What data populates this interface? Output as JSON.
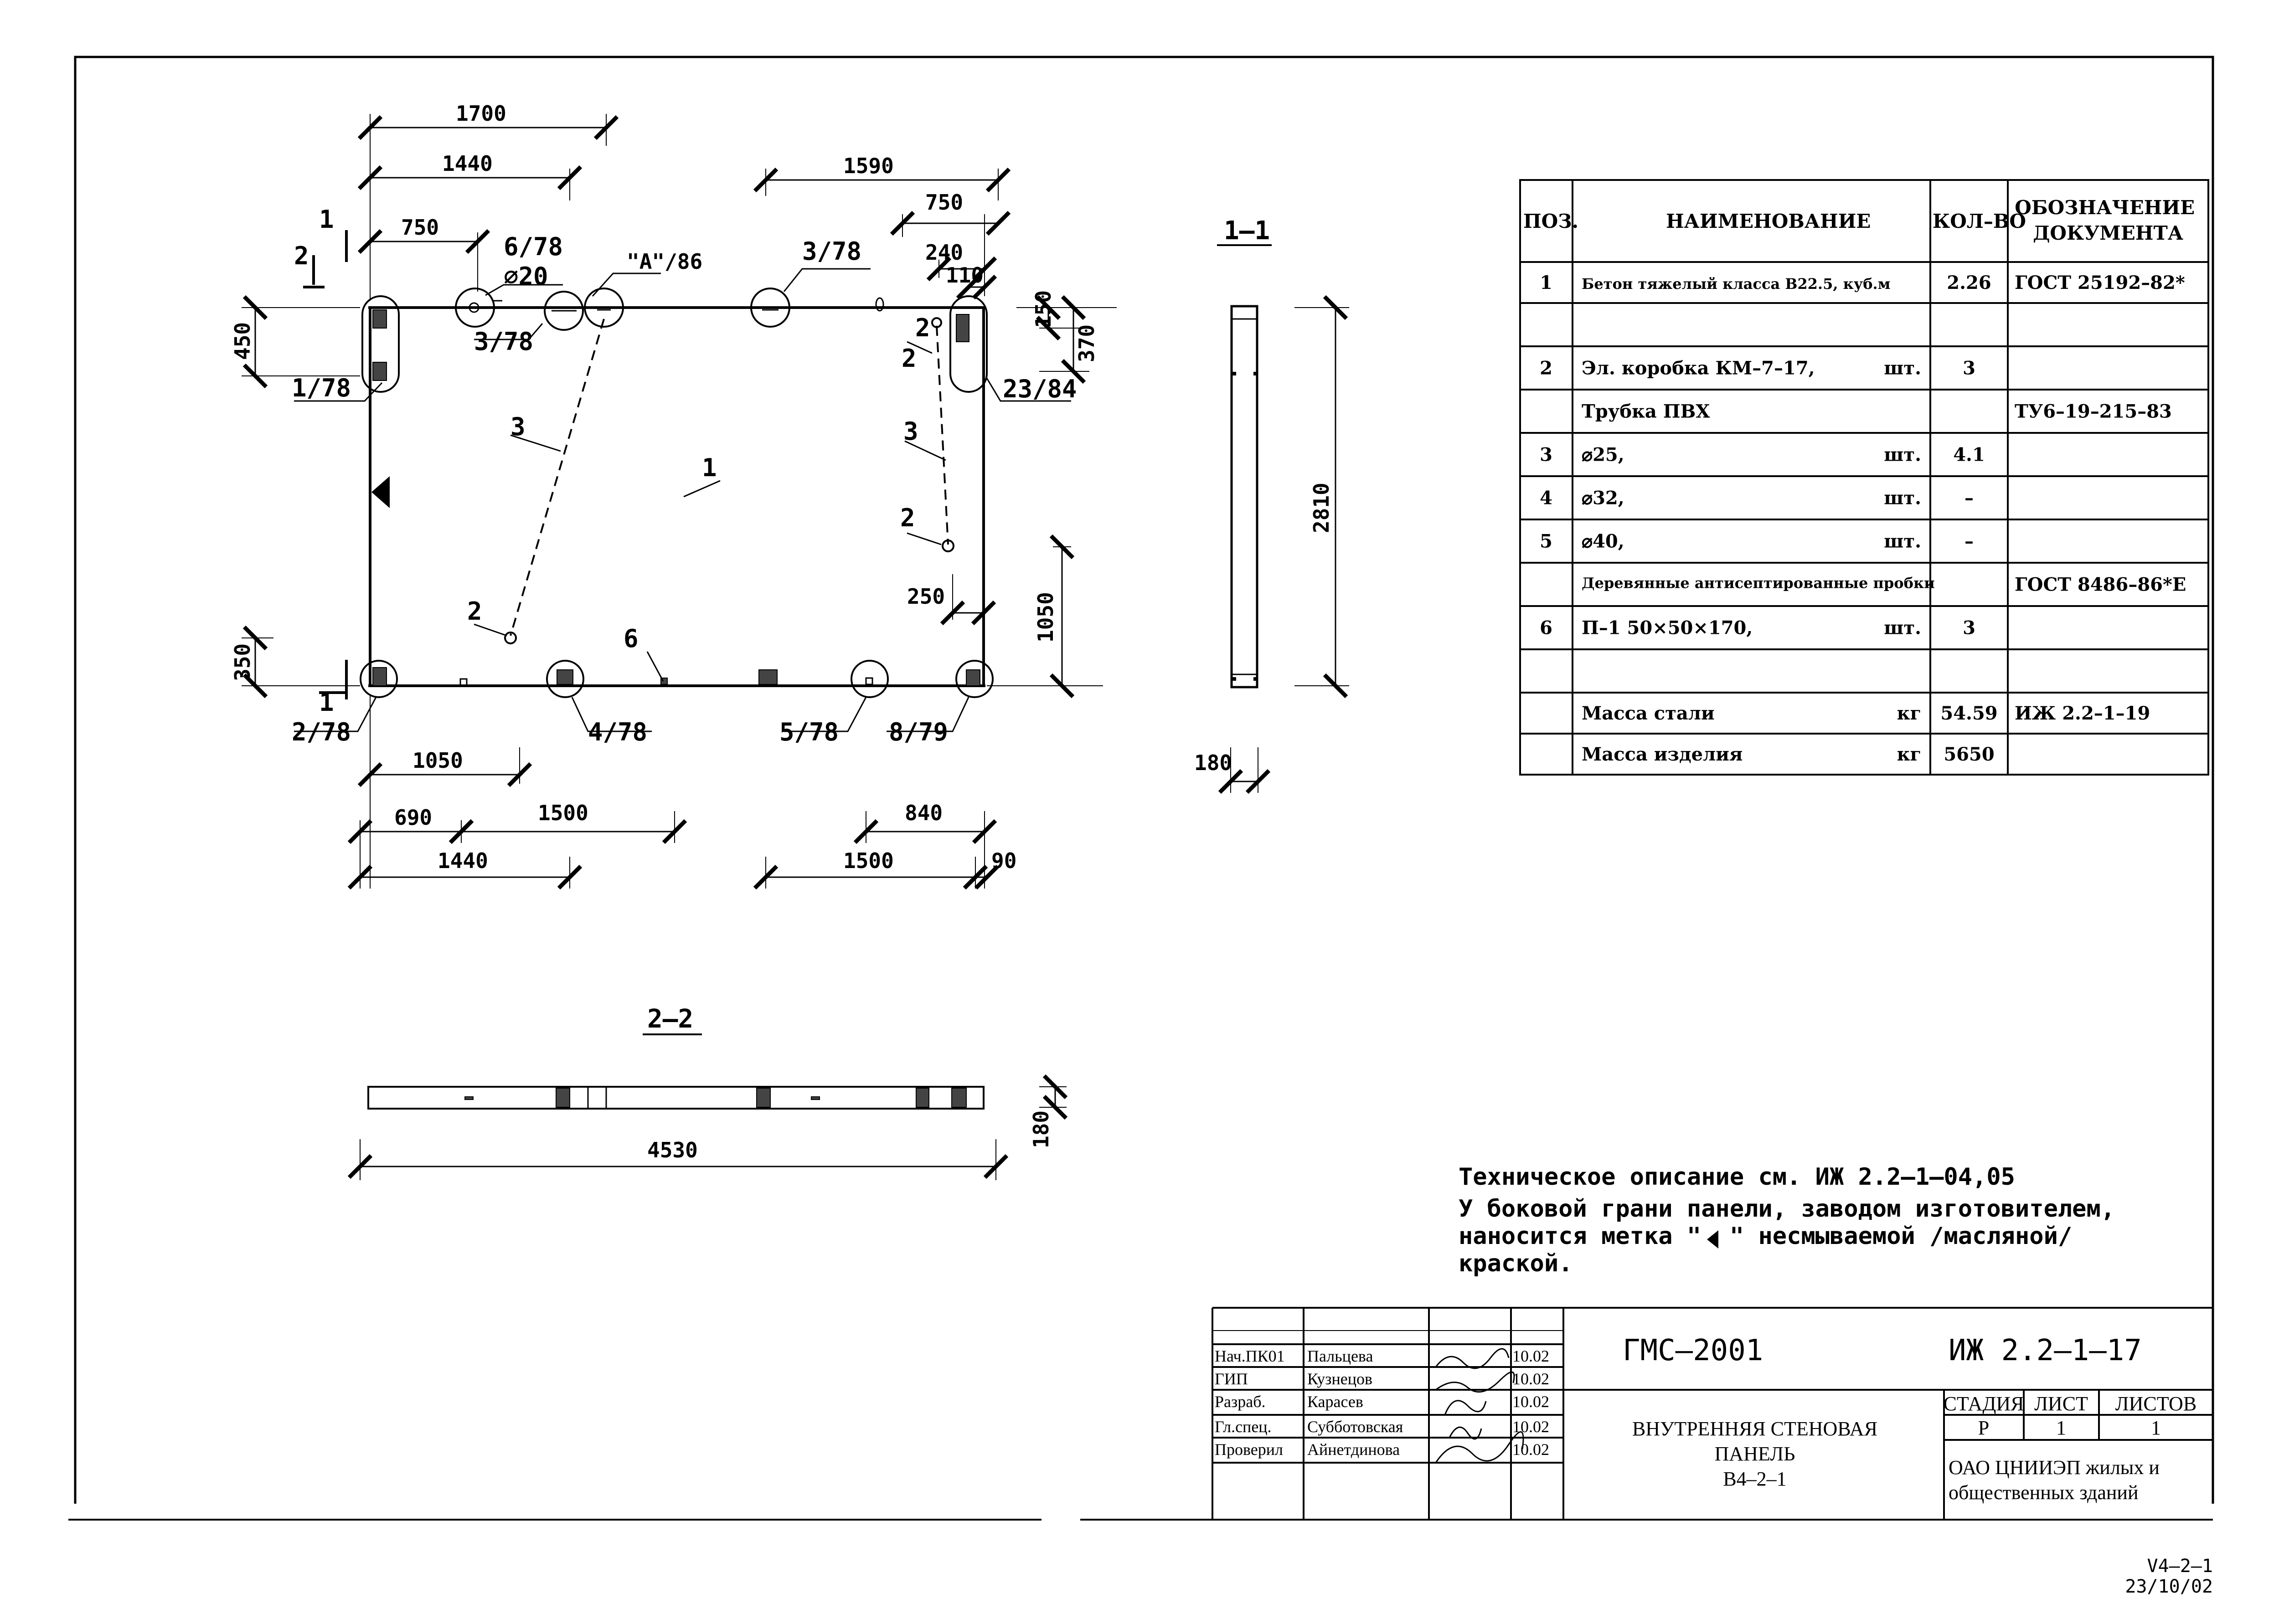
{
  "dimensions": {
    "d1700": "1700",
    "d1440_top": "1440",
    "d750_left": "750",
    "d1590": "1590",
    "d750_right": "750",
    "d240": "240",
    "d110": "110",
    "d150": "150",
    "d370": "370",
    "d450": "450",
    "d2810": "2810",
    "d1050_right": "1050",
    "d250": "250",
    "d350": "350",
    "d1050_bottom": "1050",
    "d690": "690",
    "d1500_left": "1500",
    "d840": "840",
    "d1440_bottom": "1440",
    "d1500_right": "1500",
    "d90": "90",
    "d180_s1": "180",
    "d4530": "4530",
    "d180_s2": "180"
  },
  "callouts": {
    "c6_78": "6/78",
    "phi20": "⌀20",
    "cA_86": "\"A\"/86",
    "c3_78a": "3/78",
    "c3_78b": "3/78",
    "c1_78": "1/78",
    "c23_84": "23/84",
    "c2_78": "2/78",
    "c4_78": "4/78",
    "c5_78": "5/78",
    "c8_79": "8/79"
  },
  "positions": {
    "p1": "1",
    "p2a": "2",
    "p2b": "2",
    "p2c": "2",
    "p2d": "2",
    "p3a": "3",
    "p3b": "3",
    "p6": "6"
  },
  "section_marks": {
    "cut1_top": "1",
    "cut2": "2",
    "cut1_bottom": "1",
    "sec1_title": "1–1",
    "sec2_title": "2–2"
  },
  "spec_table": {
    "headers": {
      "pos": "ПОЗ.",
      "name": "НАИМЕНОВАНИЕ",
      "qty": "КОЛ–ВО",
      "doc": "ОБОЗНАЧЕНИЕ ДОКУМЕНТА"
    },
    "rows": [
      {
        "pos": "1",
        "name": "Бетон тяжелый класса В22.5, куб.м",
        "unit": "",
        "qty": "2.26",
        "doc": "ГОСТ 25192–82*"
      },
      {
        "pos": "",
        "name": "",
        "unit": "",
        "qty": "",
        "doc": ""
      },
      {
        "pos": "2",
        "name": "Эл. коробка КМ–7–17,",
        "unit": "шт.",
        "qty": "3",
        "doc": ""
      },
      {
        "pos": "",
        "name": "Трубка ПВХ",
        "unit": "",
        "qty": "",
        "doc": "ТУ6–19–215–83"
      },
      {
        "pos": "3",
        "name": "⌀25,",
        "unit": "шт.",
        "qty": "4.1",
        "doc": ""
      },
      {
        "pos": "4",
        "name": "⌀32,",
        "unit": "шт.",
        "qty": "–",
        "doc": ""
      },
      {
        "pos": "5",
        "name": "⌀40,",
        "unit": "шт.",
        "qty": "–",
        "doc": ""
      },
      {
        "pos": "",
        "name": "Деревянные антисептированные пробки",
        "unit": "",
        "qty": "",
        "doc": "ГОСТ 8486–86*Е"
      },
      {
        "pos": "6",
        "name": "П–1   50×50×170,",
        "unit": "шт.",
        "qty": "3",
        "doc": ""
      },
      {
        "pos": "",
        "name": "",
        "unit": "",
        "qty": "",
        "doc": ""
      },
      {
        "pos": "",
        "name": "Масса стали",
        "unit": "кг",
        "qty": "54.59",
        "doc": "ИЖ 2.2–1–19"
      },
      {
        "pos": "",
        "name": "Масса изделия",
        "unit": "кг",
        "qty": "5650",
        "doc": ""
      }
    ]
  },
  "notes": {
    "line1": "Техническое описание  см. ИЖ 2.2–1–04,05",
    "line2": "У боковой грани панели, заводом изготовителем,",
    "line3a": "наносится метка \"",
    "line3b": "\" несмываемой /масляной/",
    "line4": "краской."
  },
  "title_block": {
    "code_main": "ГМС–2001",
    "code_doc": "ИЖ 2.2–1–17",
    "roles": [
      {
        "role": "Нач.ПК01",
        "name": "Пальцева",
        "date": "10.02"
      },
      {
        "role": "ГИП",
        "name": "Кузнецов",
        "date": "10.02"
      },
      {
        "role": "Разраб.",
        "name": "Карасев",
        "date": "10.02"
      },
      {
        "role": "Гл.спец.",
        "name": "Субботовская",
        "date": "10.02"
      },
      {
        "role": "Проверил",
        "name": "Айнетдинова",
        "date": "10.02"
      }
    ],
    "title_line1": "ВНУТРЕННЯЯ СТЕНОВАЯ",
    "title_line2": "ПАНЕЛЬ",
    "title_line3": "В4–2–1",
    "stage_header": "СТАДИЯ",
    "sheet_header": "ЛИСТ",
    "sheets_header": "ЛИСТОВ",
    "stage": "Р",
    "sheet": "1",
    "sheets": "1",
    "org_line1": "ОАО ЦНИИЭП жилых и",
    "org_line2": "общественных зданий"
  },
  "footer": {
    "ref": "V4–2–1",
    "date": "23/10/02"
  }
}
